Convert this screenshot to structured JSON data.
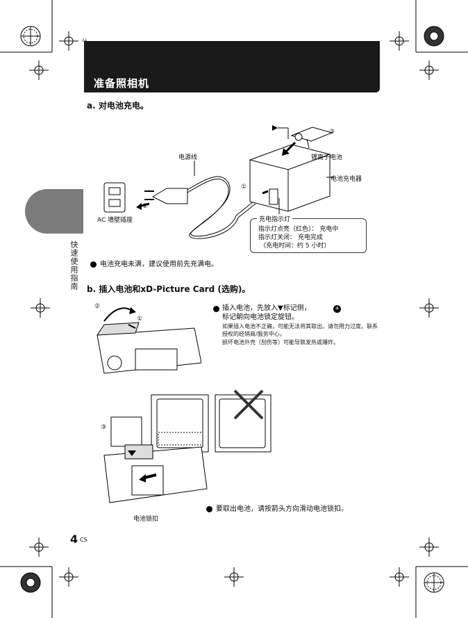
{
  "header": {
    "doc_id": "d4",
    "title": "准备照相机"
  },
  "side_tab": {
    "label": "快速使用指南"
  },
  "section_a": {
    "title": "a.  对电池充电。",
    "labels": {
      "power_cord": "电源线",
      "battery": "锂离子电池",
      "charger": "电池充电器",
      "outlet": "AC 墙壁插座",
      "indicator_title": "充电指示灯",
      "indicator_line1": "指示灯点亮（红色）：  充电中",
      "indicator_line2": "指示灯关闭：   充电完成",
      "indicator_line3": "（充电时间：约 5 小时）",
      "step1": "①",
      "step2": "②",
      "step3": "③"
    },
    "bullet": "电池充电未满，建议使用前先充满电。"
  },
  "section_b": {
    "title": "b.  插入电池和xD-Picture Card (选购)。",
    "bullet_main": "插入电池，先放入▼标记侧，",
    "bullet_main2": "标记朝向电池锁定旋钮。",
    "note1": "如果插入电池不正确，可能无法将其取出。请勿用力过度。联系授权的经销商/服务中心。",
    "note2": "损坏电池外壳（刮伤等）可能导致发热或爆炸。",
    "lock_label": "电池锁扣",
    "remove_bullet": "要取出电池，请按箭头方向滑动电池锁扣。",
    "step1": "①",
    "step2": "②",
    "step3": "③"
  },
  "footer": {
    "page": "4",
    "lang": "CS"
  }
}
